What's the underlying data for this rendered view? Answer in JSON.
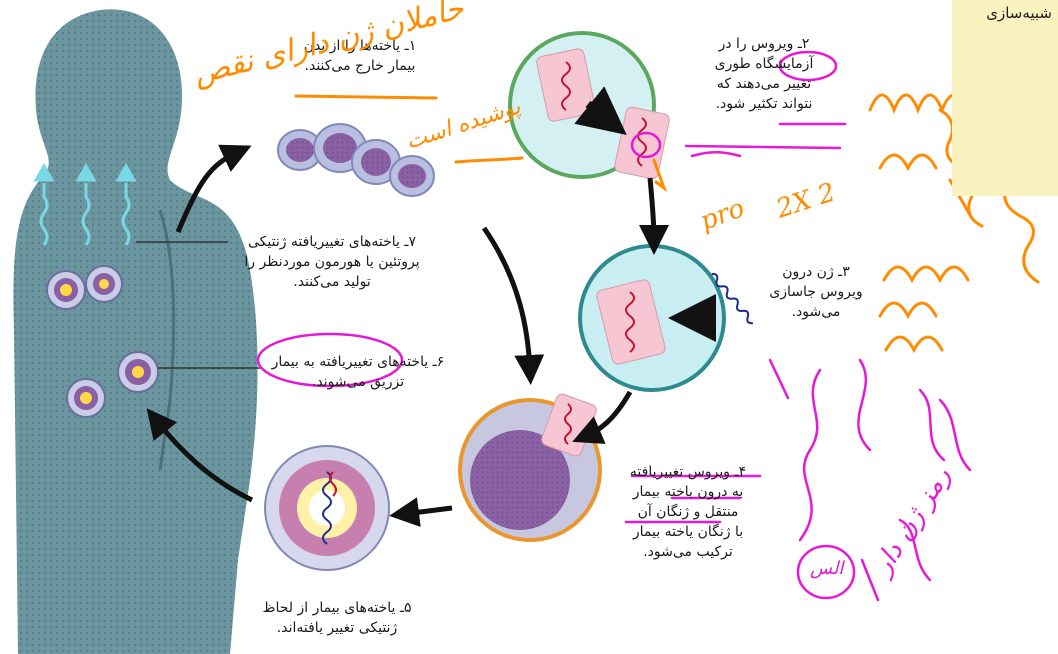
{
  "steps": {
    "s1": "۱ـ یاخته‌ها را از بدن\nبیمار خارج می‌کنند.",
    "s2": "۲ـ ویروس را در\nآزمایشگاه طوری\nتغییر می‌دهند که\nنتواند تکثیر شود.",
    "s3": "۳ـ ژن درون\nویروس جاسازی\nمی‌شود.",
    "s4": "۴ـ ویروس تغییریافته\nبه درون یاخته بیمار\nمنتقل و ژنگان آن\nبا ژنگان یاخته بیمار\nترکیب می‌شود.",
    "s5": "۵ـ یاخته‌های بیمار از لحاظ\nژنتیکی تغییر یافته‌اند.",
    "s6": "۶ـ یاخته‌های تغییریافته به بیمار\nتزریق می‌شوند.",
    "s7": "۷ـ یاخته‌های تغییریافته ژنتیکی\nپروتئین یا هورمون موردنظر را\nتولید می‌کنند."
  },
  "corner_note": "شبیه‌سازی",
  "annotations": {
    "orange_top": "حاملان ژن دارای نقص",
    "orange_mid": "پوشیده است",
    "orange_pro": "pro",
    "orange_2x": "2 2X",
    "magenta_right": "رمز ژن‌ دار",
    "magenta_circle": "الس"
  },
  "colors": {
    "body_teal": "#5f8d98",
    "cell_purple": "#8a5fa3",
    "cell_rim": "#b9bfe0",
    "circle_green": "#5aa85d",
    "circle_teal": "#2f8a8f",
    "circle_orange": "#e9962e",
    "ink_orange": "#ff8c00",
    "ink_magenta": "#e619d6"
  }
}
